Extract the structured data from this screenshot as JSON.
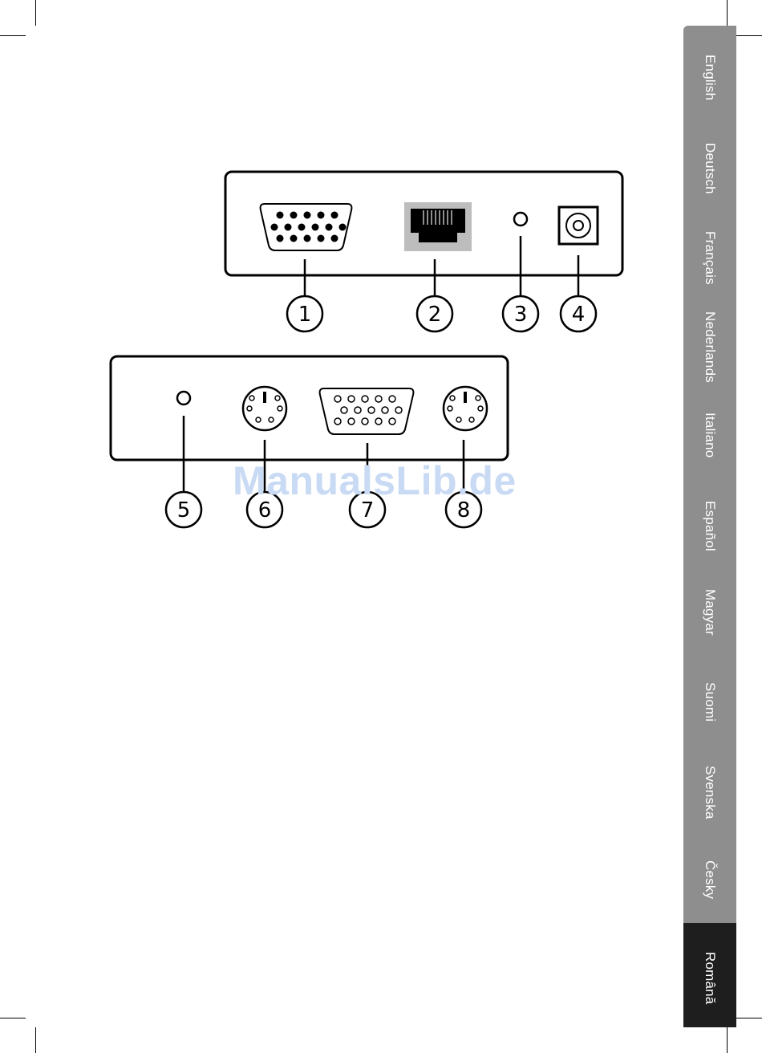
{
  "languages": [
    {
      "label": "English",
      "active": false
    },
    {
      "label": "Deutsch",
      "active": false
    },
    {
      "label": "Français",
      "active": false
    },
    {
      "label": "Nederlands",
      "active": false
    },
    {
      "label": "Italiano",
      "active": false
    },
    {
      "label": "Español",
      "active": false
    },
    {
      "label": "Magyar",
      "active": false
    },
    {
      "label": "Suomi",
      "active": false
    },
    {
      "label": "Svenska",
      "active": false
    },
    {
      "label": "Česky",
      "active": false
    },
    {
      "label": "Română",
      "active": true
    }
  ],
  "callouts": {
    "top": [
      "1",
      "2",
      "3",
      "4"
    ],
    "bottom": [
      "5",
      "6",
      "7",
      "8"
    ]
  },
  "watermark": "ManualsLib.de",
  "colors": {
    "tab_background": "#8e8e8e",
    "active_tab_background": "#1e1e1e",
    "watermark": "#c9daf4"
  }
}
